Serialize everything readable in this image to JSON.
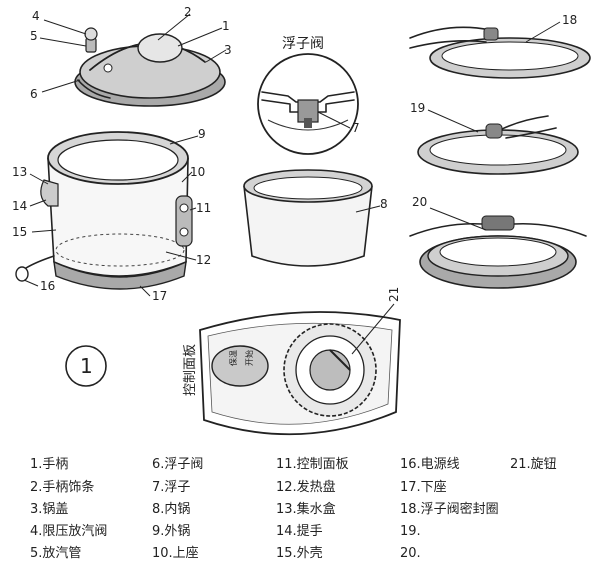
{
  "inset_title": "浮子阀",
  "figure_number": "1",
  "control_panel_label": "控制面板",
  "panel_buttons": [
    "保温",
    "开始"
  ],
  "callouts": [
    "1",
    "2",
    "3",
    "4",
    "5",
    "6",
    "7",
    "8",
    "9",
    "10",
    "11",
    "12",
    "13",
    "14",
    "15",
    "16",
    "17",
    "18",
    "19",
    "20",
    "21"
  ],
  "legend": [
    "1.手柄",
    "2.手柄饰条",
    "3.锅盖",
    "4.限压放汽阀",
    "5.放汽管",
    "6.浮子阀",
    "7.浮子",
    "8.内锅",
    "9.外锅",
    "10.上座",
    "11.控制面板",
    "12.发热盘",
    "13.集水盒",
    "14.提手",
    "15.外壳",
    "16.电源线",
    "17.下座",
    "18.浮子阀密封圈",
    "19.",
    "20.",
    "21.旋钮"
  ]
}
